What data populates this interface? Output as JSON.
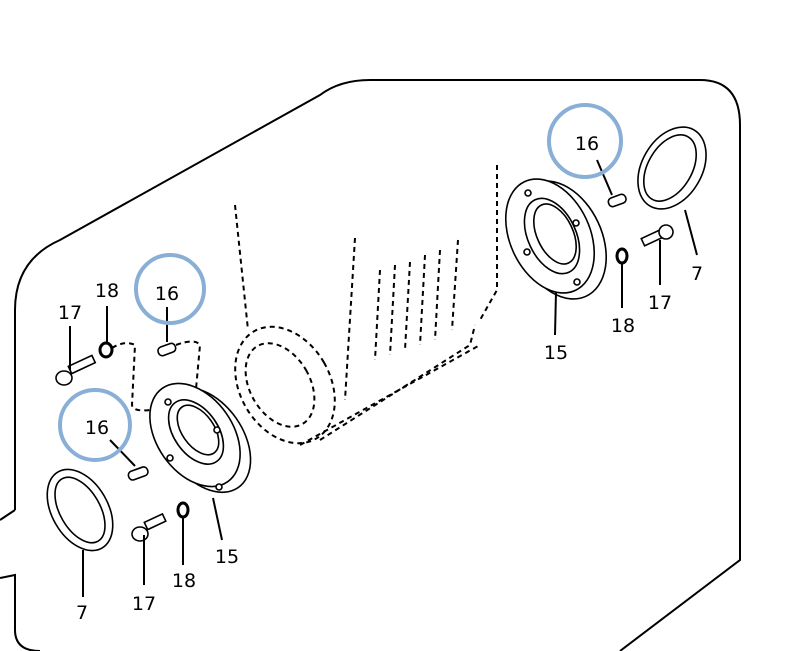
{
  "highlight_color": "#8aafd6",
  "callouts": {
    "left_upper": {
      "bolt": "17",
      "washer": "18",
      "pin": "16"
    },
    "left_lower": {
      "pin": "16",
      "seal": "7",
      "bolt": "17",
      "washer": "18",
      "flange": "15"
    },
    "right": {
      "pin": "16",
      "seal": "7",
      "bolt": "17",
      "washer": "18",
      "flange": "15"
    }
  }
}
